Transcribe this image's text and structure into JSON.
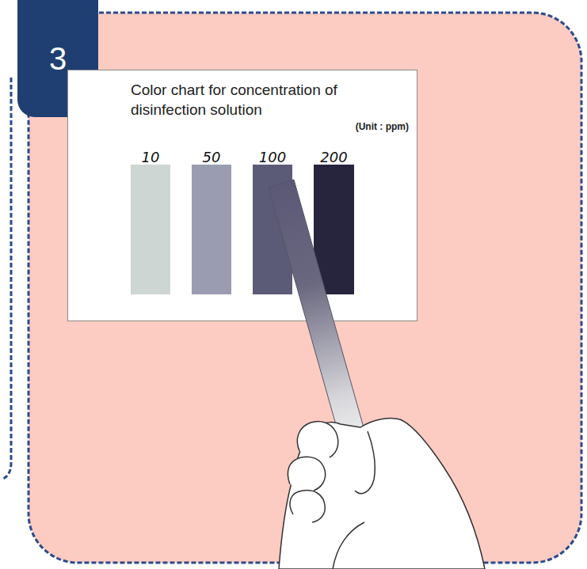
{
  "diagram": {
    "nodes": [
      {
        "text": [
          "3"
        ]
      },
      {
        "text": [
          "Color chart for concentration of disinfection solution",
          "(Unit : ppm)"
        ]
      },
      {
        "text": [
          "10"
        ],
        "in": 1
      },
      {
        "text": [
          "50"
        ],
        "in": 1
      },
      {
        "text": [
          "100"
        ],
        "in": 1
      },
      {
        "text": [
          "200"
        ],
        "in": 1
      }
    ]
  }
}
